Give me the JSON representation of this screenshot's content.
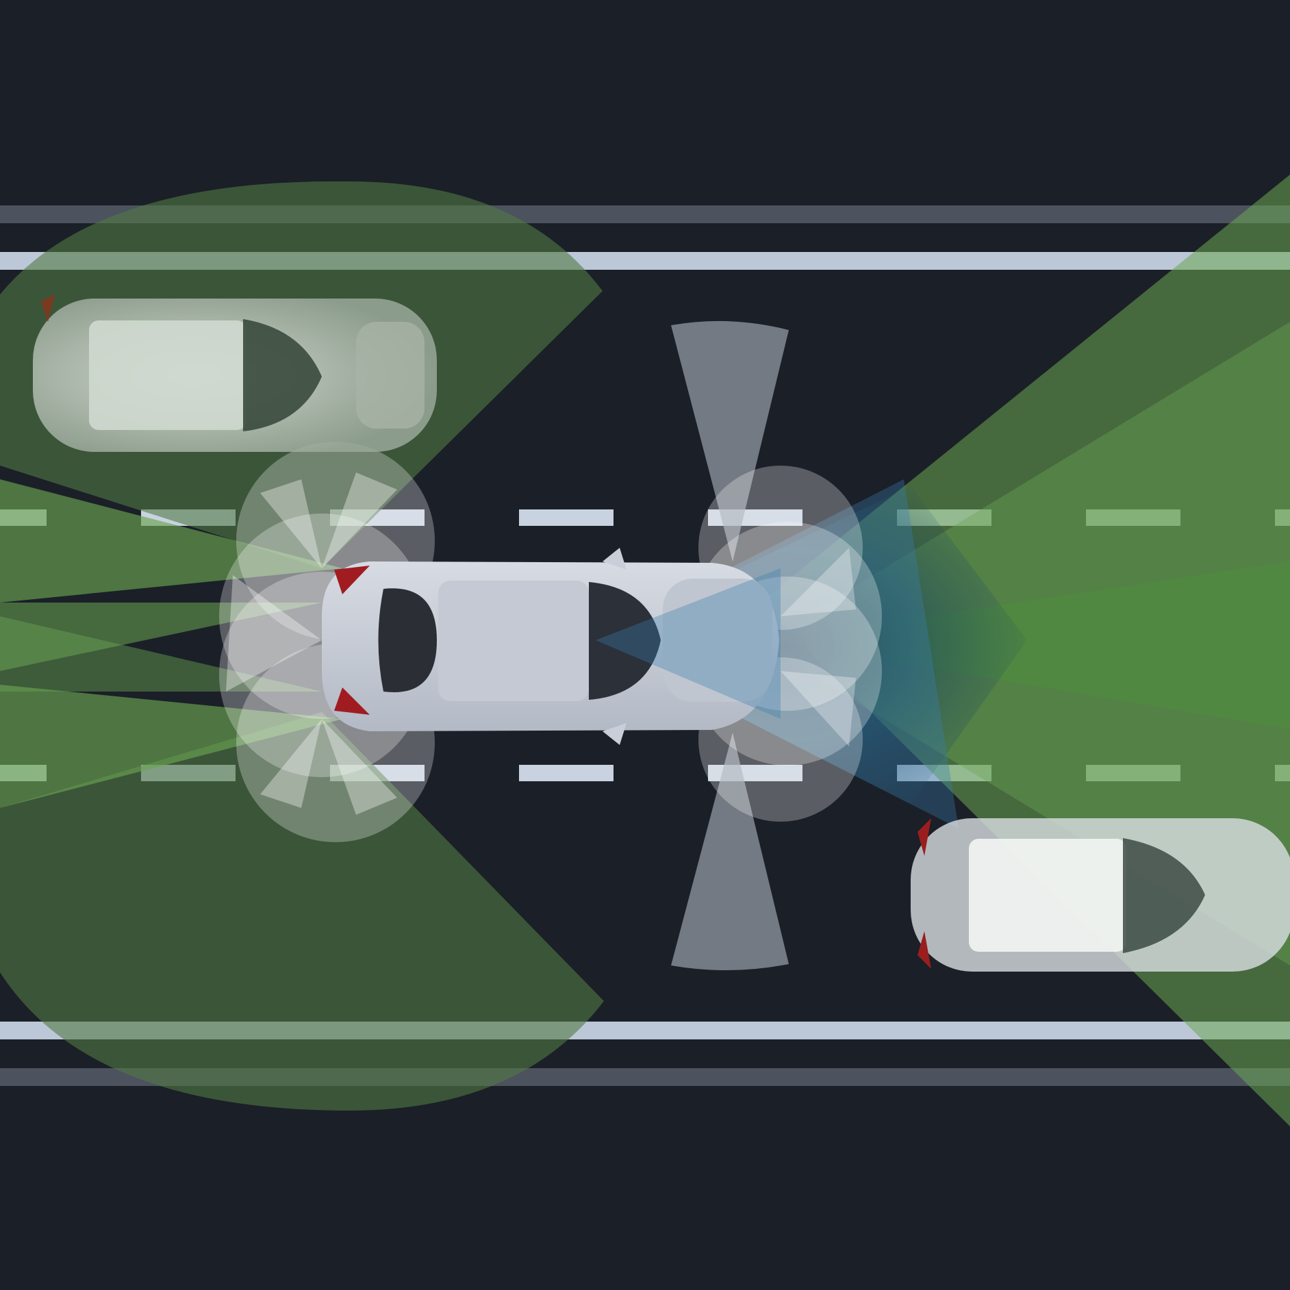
{
  "scene": {
    "type": "adas-sensor-coverage-top-view",
    "lanes": 3,
    "vehicles": [
      {
        "role": "ego",
        "lane": "center",
        "color": "silver"
      },
      {
        "role": "other",
        "lane": "left",
        "color": "silver"
      },
      {
        "role": "other",
        "lane": "right",
        "color": "silver"
      }
    ],
    "sensor_zones": [
      {
        "name": "rear-radar-left",
        "color": "green"
      },
      {
        "name": "rear-radar-right",
        "color": "green"
      },
      {
        "name": "rear-long-range-beams",
        "color": "green"
      },
      {
        "name": "front-long-range-radar",
        "color": "green"
      },
      {
        "name": "front-camera-cone",
        "color": "blue"
      },
      {
        "name": "ultrasonic-sensors",
        "color": "white"
      },
      {
        "name": "side-cameras",
        "color": "grey"
      }
    ]
  },
  "colors": {
    "road": "#1b1f27",
    "edge_line": "#bcc7d7",
    "outer_line": "#4c525e",
    "lane_marking": "#c8d2e0",
    "sensor_green": "#6aa552",
    "sensor_dark_green": "#3d5a34",
    "sensor_blue": "#3a7fb0",
    "car_body": "#c9ced8"
  }
}
